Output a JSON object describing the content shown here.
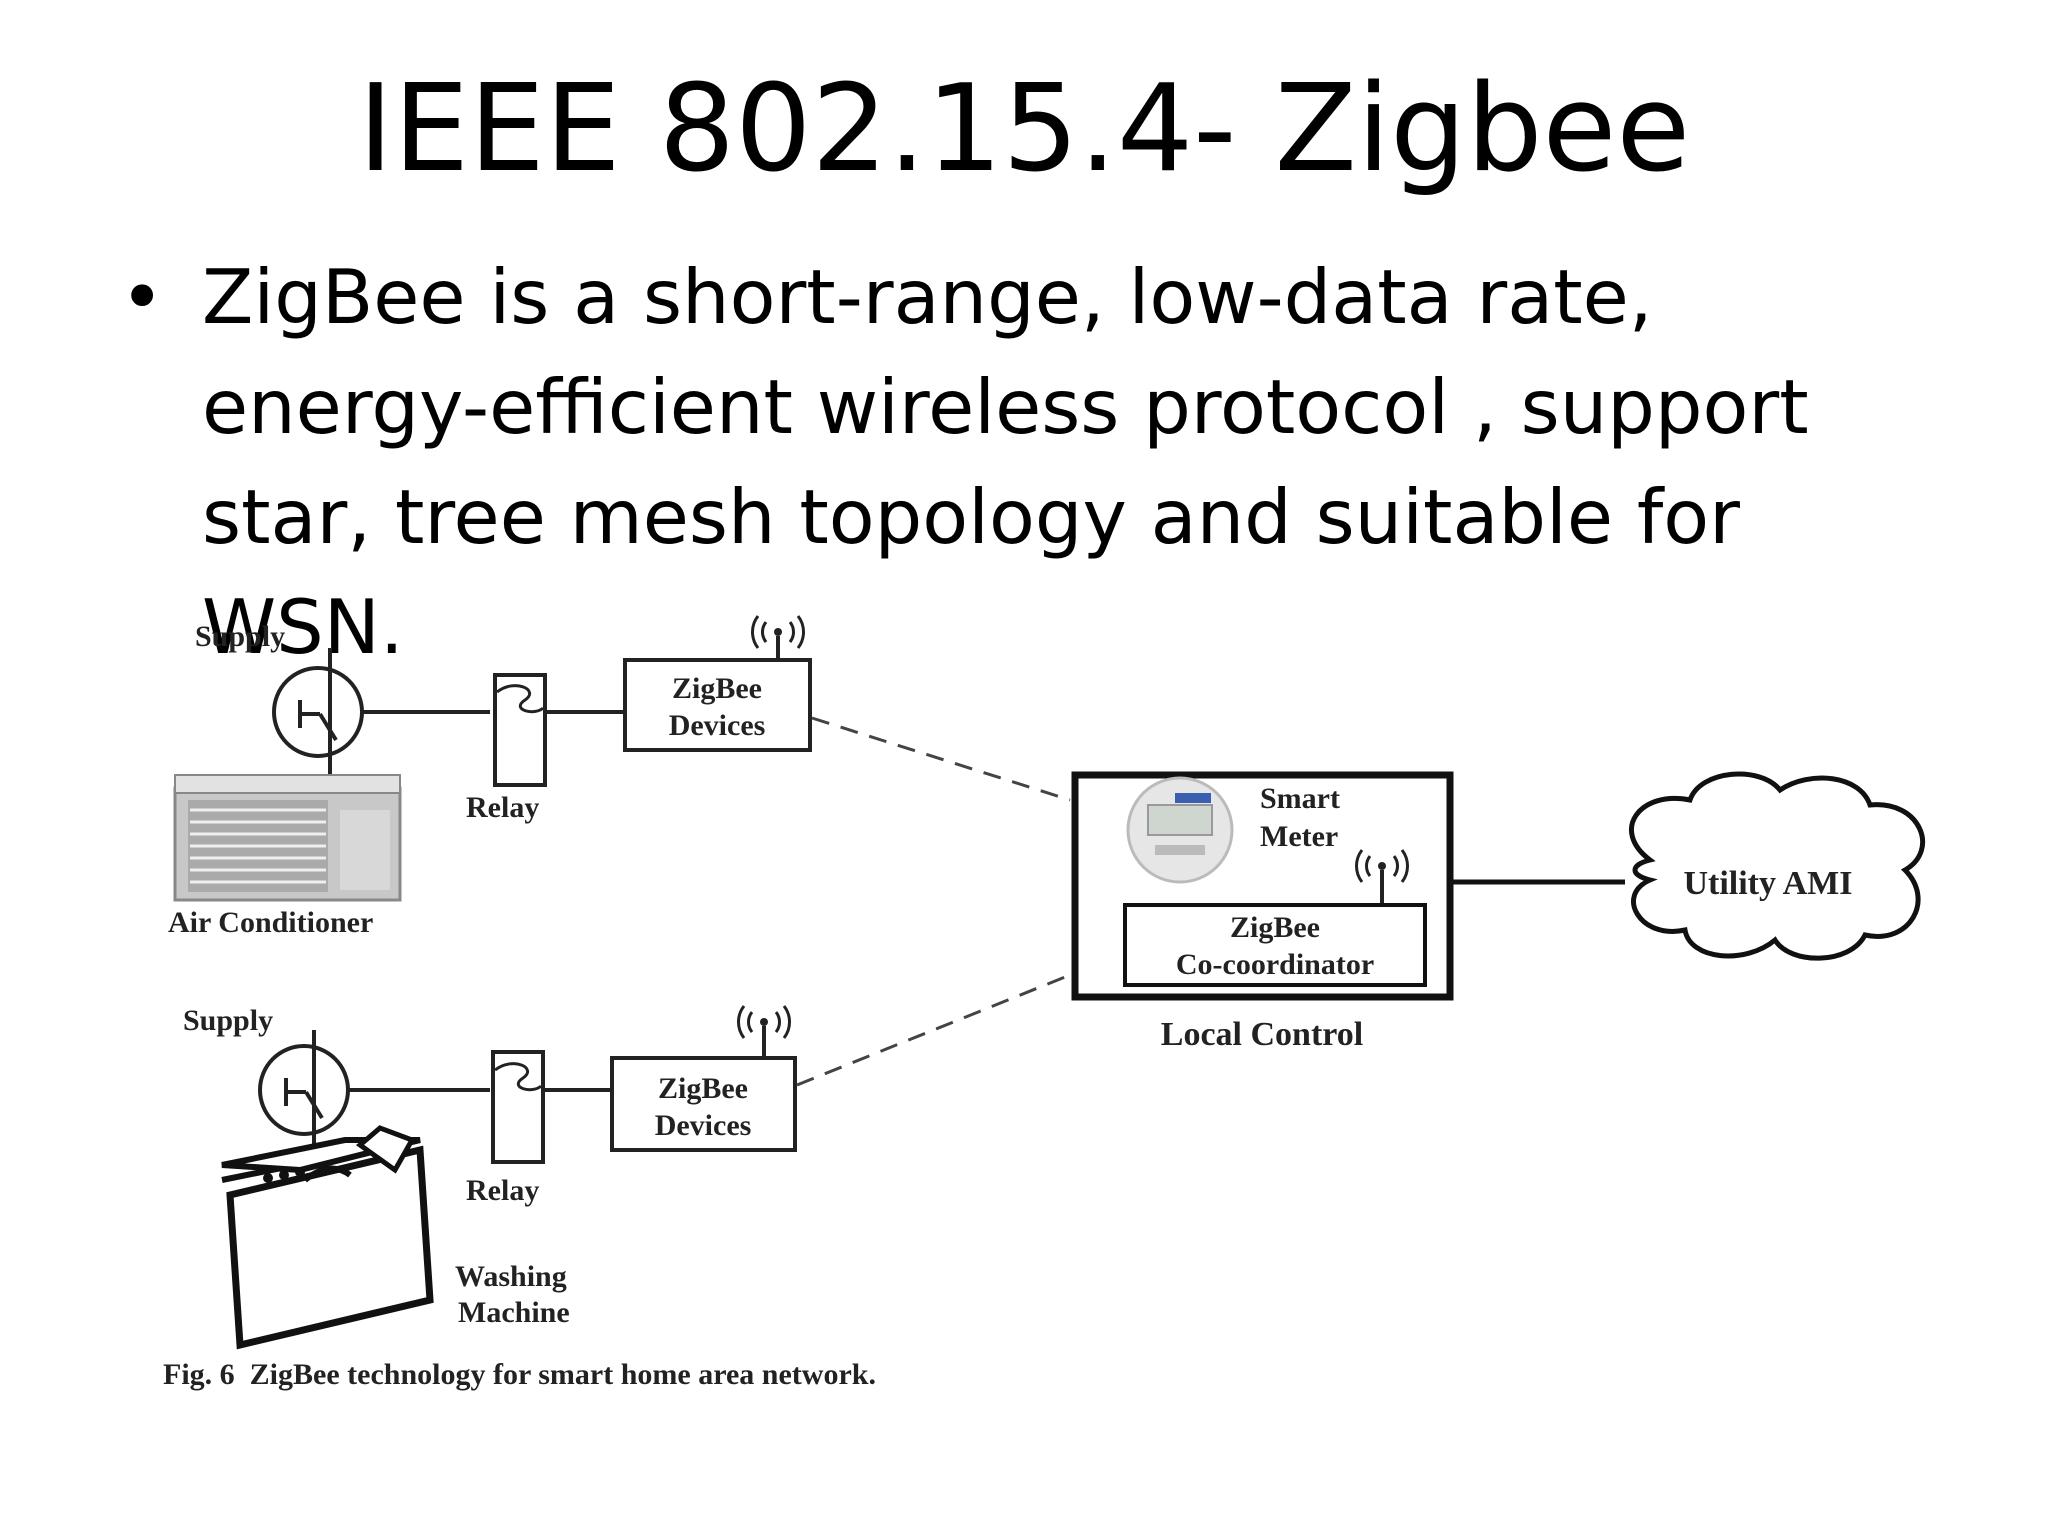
{
  "slide": {
    "title": "IEEE 802.15.4- Zigbee",
    "bullet": "ZigBee is a short-range, low-data rate, energy-efficient wireless protocol , support star, tree mesh topology and suitable for WSN."
  },
  "diagram": {
    "top_branch": {
      "supply_label": "Supply",
      "relay_label": "Relay",
      "device_label_1": "ZigBee",
      "device_label_2": "Devices",
      "appliance_label": "Air Conditioner"
    },
    "bottom_branch": {
      "supply_label": "Supply",
      "relay_label": "Relay",
      "device_label_1": "ZigBee",
      "device_label_2": "Devices",
      "appliance_label_1": "Washing",
      "appliance_label_2": "Machine"
    },
    "local_control": {
      "meter_label_1": "Smart",
      "meter_label_2": "Meter",
      "coordinator_label_1": "ZigBee",
      "coordinator_label_2": "Co-coordinator",
      "box_label": "Local Control"
    },
    "cloud_label": "Utility AMI",
    "caption": "Fig. 6  ZigBee technology for smart home area network."
  }
}
